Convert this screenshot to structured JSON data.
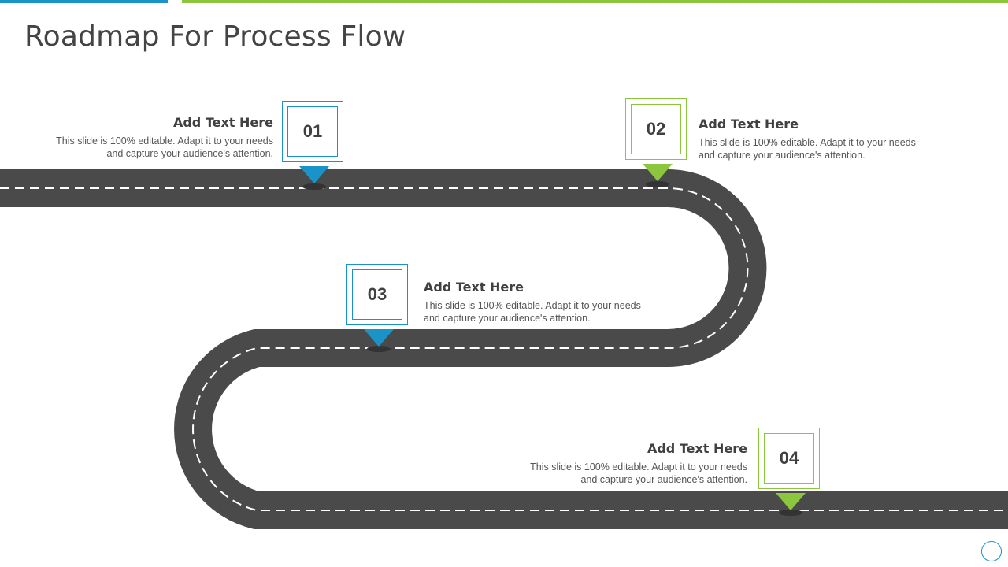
{
  "title": "Roadmap For Process Flow",
  "colors": {
    "blue": "#1a93c8",
    "green": "#8cc63f",
    "road": "#4a4a4a",
    "lane_marking": "#ffffff"
  },
  "steps": [
    {
      "number": "01",
      "heading": "Add Text Here",
      "body": "This slide is 100% editable. Adapt it to your needs and capture your audience's attention.",
      "color": "blue"
    },
    {
      "number": "02",
      "heading": "Add Text Here",
      "body": "This slide is 100% editable. Adapt it to your needs and capture your audience's attention.",
      "color": "green"
    },
    {
      "number": "03",
      "heading": "Add Text Here",
      "body": "This slide is 100% editable. Adapt it to your needs and capture your audience's attention.",
      "color": "blue"
    },
    {
      "number": "04",
      "heading": "Add Text Here",
      "body": "This slide is 100% editable. Adapt it to your needs and capture your audience's attention.",
      "color": "green"
    }
  ]
}
